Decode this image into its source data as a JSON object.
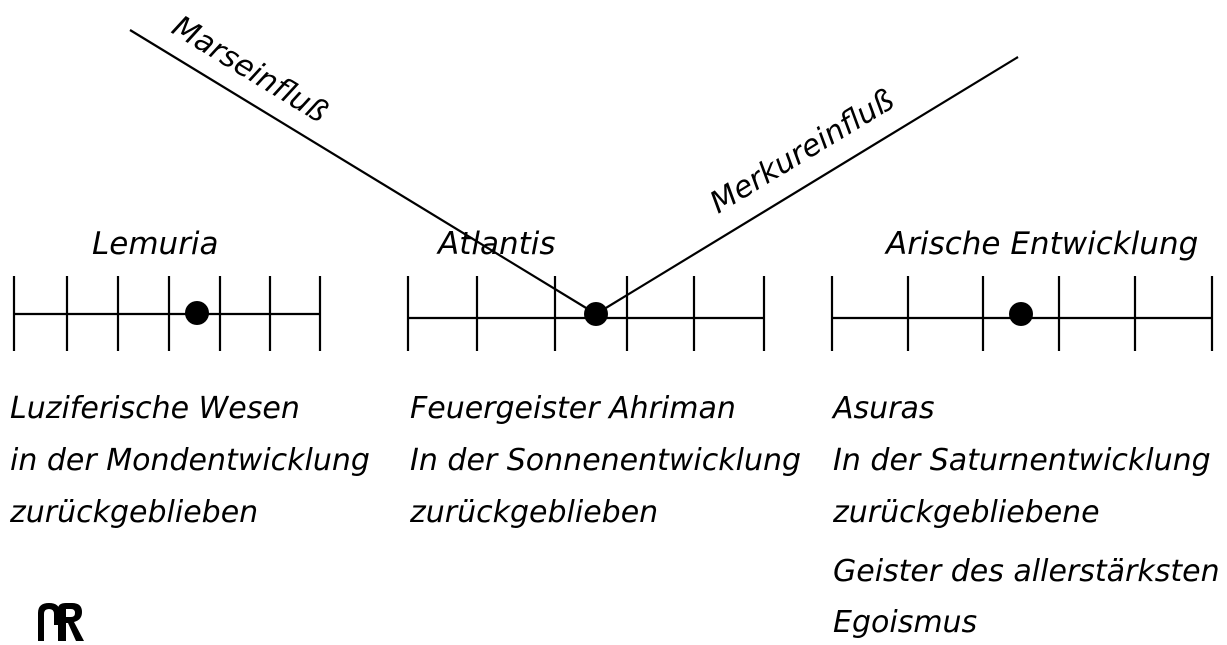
{
  "influences": {
    "mars": "Marseinfluß",
    "mercury": "Merkureinfluß"
  },
  "epochs": [
    {
      "title": "Lemuria",
      "description": [
        "Luziferische Wesen",
        "in der Mondentwicklung",
        "zurückgeblieben"
      ]
    },
    {
      "title": "Atlantis",
      "description": [
        "Feuergeister Ahriman",
        "In der Sonnenentwicklung",
        "zurückgeblieben"
      ]
    },
    {
      "title": "Arische Entwicklung",
      "description": [
        "Asuras",
        "In der Saturnentwicklung",
        "zurückgebliebene",
        "Geister des allerstärksten",
        "Egoismus"
      ]
    }
  ],
  "logo": {
    "icon": "rs-monogram-icon"
  }
}
